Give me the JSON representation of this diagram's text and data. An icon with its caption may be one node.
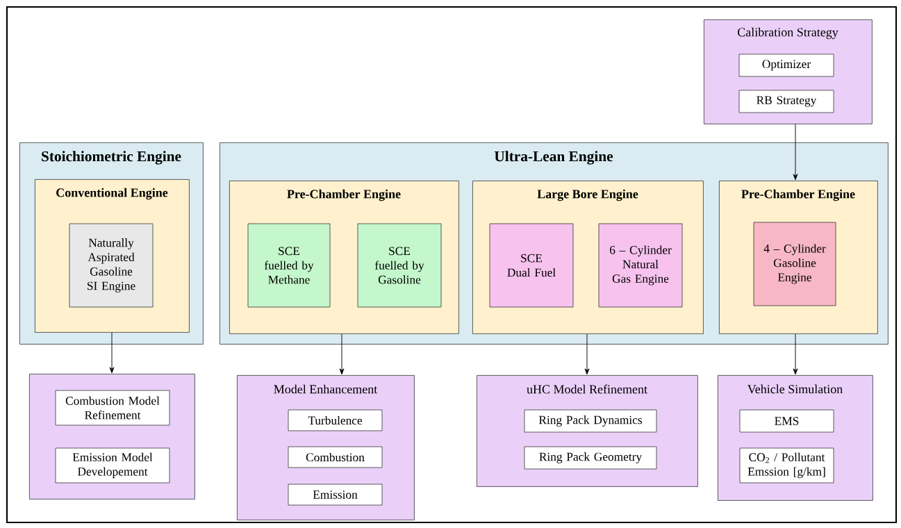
{
  "diagram": {
    "nodes": [
      {
        "text": [
          "Calibration Strategy"
        ]
      },
      {
        "text": [
          "Optimizer"
        ],
        "in": 0
      },
      {
        "text": [
          "RB Strategy"
        ],
        "in": 0
      },
      {
        "text": [
          "Stoichiometric Engine"
        ]
      },
      {
        "text": [
          "Conventional Engine"
        ],
        "in": 3
      },
      {
        "text": [
          "Naturally Aspirated Gasoline SI Engine"
        ],
        "in": 4
      },
      {
        "text": [
          "Ultra-Lean Engine"
        ]
      },
      {
        "text": [
          "Pre-Chamber Engine"
        ],
        "in": 6
      },
      {
        "text": [
          "SCE fuelled by Methane"
        ],
        "in": 7
      },
      {
        "text": [
          "SCE fuelled by Gasoline"
        ],
        "in": 7
      },
      {
        "text": [
          "Large Bore Engine"
        ],
        "in": 6
      },
      {
        "text": [
          "SCE Dual Fuel"
        ],
        "in": 10
      },
      {
        "text": [
          "6 – Cylinder Natural Gas Engine"
        ],
        "in": 10
      },
      {
        "text": [
          "Pre-Chamber Engine"
        ],
        "in": 6
      },
      {
        "text": [
          "4 – Cylinder Gasoline Engine"
        ],
        "in": 13
      },
      {
        "text": [],
        "shape": "box"
      },
      {
        "text": [
          "Combustion Model Refinement"
        ],
        "in": 15
      },
      {
        "text": [
          "Emission Model Developement"
        ],
        "in": 15
      },
      {
        "text": [
          "Model Enhancement"
        ]
      },
      {
        "text": [
          "Turbulence"
        ],
        "in": 18
      },
      {
        "text": [
          "Combustion"
        ],
        "in": 18
      },
      {
        "text": [
          "Emission"
        ],
        "in": 18
      },
      {
        "text": [
          "uHC Model Refinement"
        ]
      },
      {
        "text": [
          "Ring Pack Dynamics"
        ],
        "in": 22
      },
      {
        "text": [
          "Ring Pack Geometry"
        ],
        "in": 22
      },
      {
        "text": [
          "Vehicle Simulation"
        ]
      },
      {
        "text": [
          "EMS"
        ],
        "in": 25
      },
      {
        "text": [
          "CO$_{2}$ / Pollutant Emssion [g/km]"
        ],
        "in": 25
      }
    ],
    "edges": [
      {
        "from": 0,
        "to": 13,
        "arrow": "to"
      },
      {
        "from": 4,
        "to": 15,
        "arrow": "to"
      },
      {
        "from": 7,
        "to": 18,
        "arrow": "to"
      },
      {
        "from": 10,
        "to": 22,
        "arrow": "to"
      },
      {
        "from": 13,
        "to": 25,
        "arrow": "to"
      }
    ]
  }
}
